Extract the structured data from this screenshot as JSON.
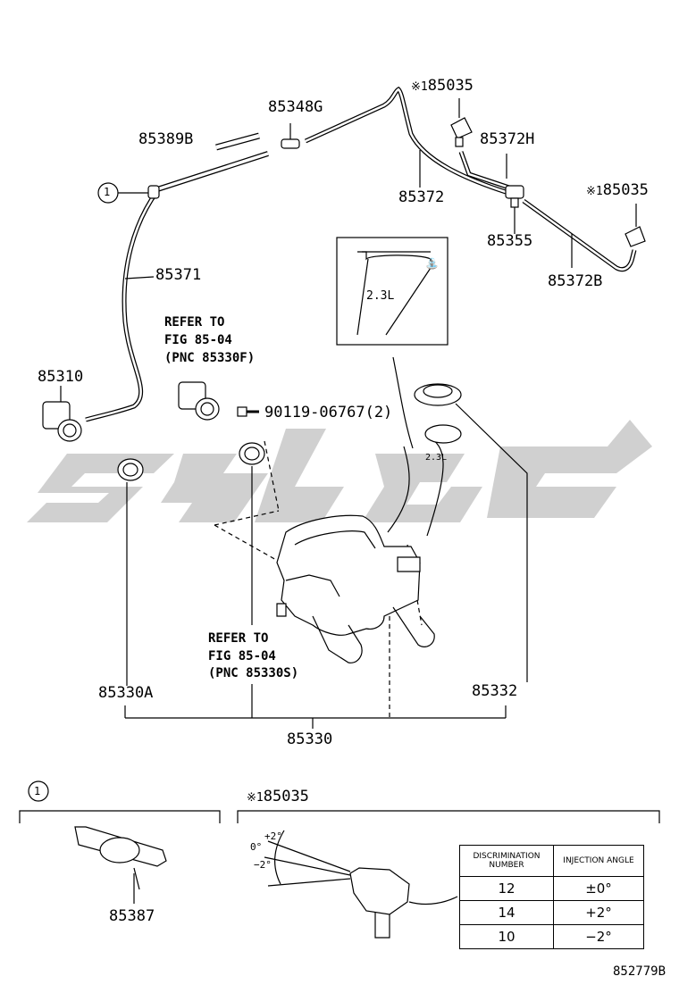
{
  "parts": {
    "p85035_top": {
      "mark": "※1",
      "num": "85035"
    },
    "p85035_right": {
      "mark": "※1",
      "num": "85035"
    },
    "p85348g": "85348G",
    "p85389b": "85389B",
    "p85372h": "85372H",
    "p85372": "85372",
    "p85355": "85355",
    "p85372b": "85372B",
    "p85371": "85371",
    "p85310": "85310",
    "p90119": "90119-06767(2)",
    "p85330a": "85330A",
    "p85332": "85332",
    "p85330": "85330",
    "p85387": "85387"
  },
  "callout_number": "1",
  "refer_f": [
    "REFER TO",
    "FIG 85-04",
    "(PNC 85330F)"
  ],
  "refer_s": [
    "REFER TO",
    "FIG 85-04",
    "(PNC 85330S)"
  ],
  "inset_tank_label": "2.3L",
  "inset_cap_symbol": "⛲",
  "tank_mark": "2.3L",
  "detail_left": {
    "callout": "1",
    "part": "85387"
  },
  "detail_right": {
    "mark": "※1",
    "part": "85035",
    "angles": {
      "plus": "+2°",
      "zero": "0°",
      "minus": "−2°"
    }
  },
  "injection_table": {
    "headers": [
      "DISCRIMINATION NUMBER",
      "INJECTION ANGLE"
    ],
    "rows": [
      {
        "number": "12",
        "angle": "±0°"
      },
      {
        "number": "14",
        "angle": "+2°"
      },
      {
        "number": "10",
        "angle": "−2°"
      }
    ]
  },
  "figure_code": "852779B",
  "watermark_color": "#c8c8c8"
}
